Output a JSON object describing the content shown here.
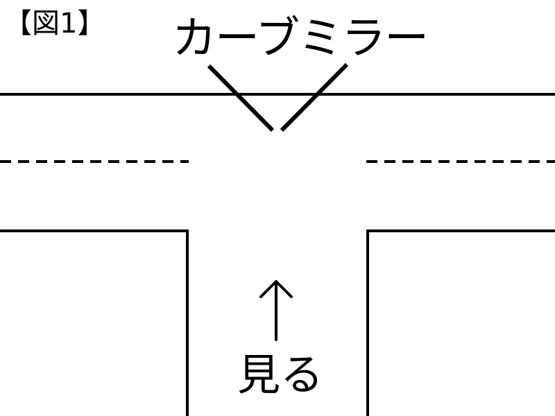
{
  "figure": {
    "label": "【図1】",
    "mirror_label": "カーブミラー",
    "look_label": "見る",
    "line_color": "#000000",
    "background_color": "#ffffff"
  },
  "icons": {
    "mirror": "curve-mirror-icon",
    "arrow": "up-arrow-icon"
  }
}
